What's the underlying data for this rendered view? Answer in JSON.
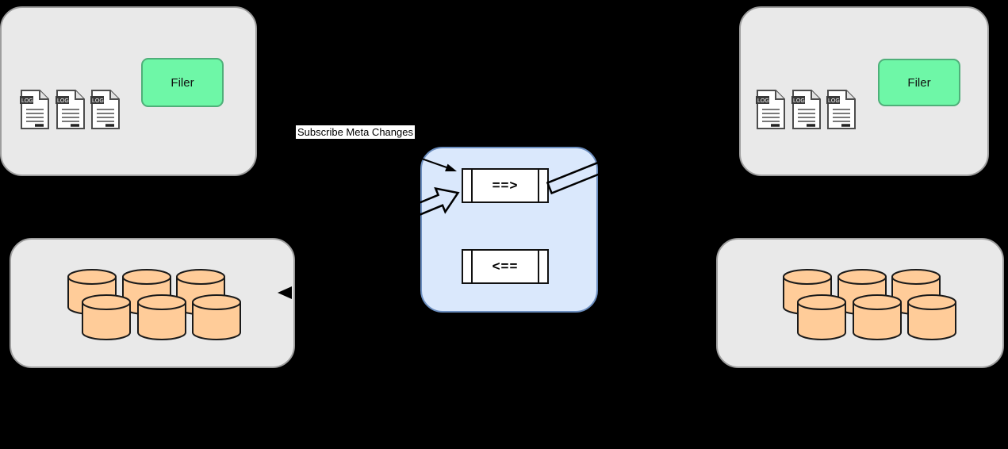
{
  "diagram": {
    "subscribe_label": "Subscribe Meta Changes",
    "log_badge": "LOG",
    "filer_left": {
      "label": "Filer"
    },
    "filer_right": {
      "label": "Filer"
    },
    "queue": {
      "forward_label": "==>",
      "backward_label": "<=="
    },
    "colors": {
      "background": "#000000",
      "cluster_fill": "#e9e9e9",
      "cluster_border": "#9e9e9e",
      "filer_fill": "#6ef7a7",
      "filer_border": "#4faf79",
      "queue_panel_fill": "#dae8fc",
      "queue_panel_border": "#6c8ebf",
      "queue_box_fill": "#ffffff",
      "cylinder_fill": "#ffcc99",
      "outline": "#000000",
      "label_bg": "#ffffff"
    }
  }
}
